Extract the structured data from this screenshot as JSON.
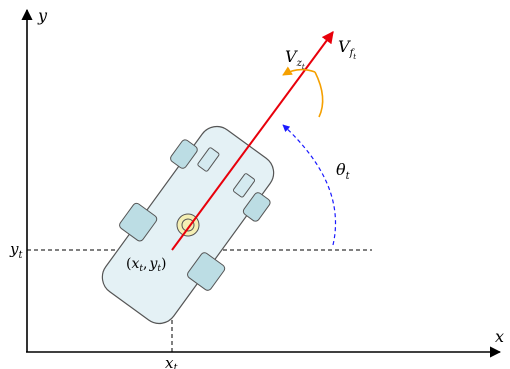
{
  "axes": {
    "x_label": "x",
    "y_label": "y"
  },
  "point": {
    "x_label": "x",
    "x_sub": "t",
    "y_label": "y",
    "y_sub": "t",
    "coord_open": "(",
    "coord_x": "x",
    "coord_x_sub": "t",
    "coord_sep": ",",
    "coord_y": "y",
    "coord_y_sub": "t",
    "coord_close": ")"
  },
  "vectors": {
    "forward_label": "V",
    "forward_sub": "f",
    "forward_subsub": "t",
    "steer_label": "V",
    "steer_sub": "z",
    "steer_subsub": "t"
  },
  "angle": {
    "label": "θ",
    "sub": "t"
  },
  "colors": {
    "axis": "#000000",
    "heading_vector": "#e8000b",
    "steer_arc": "#f5a000",
    "angle_arc": "#1a1aff",
    "body_fill": "#e4f1f5",
    "body_stroke": "#555555",
    "wheel_fill": "#bcdde4",
    "window_fill": "#d4eaf0",
    "center_ring": "#f4efb4",
    "dashed_guide": "#000000"
  }
}
